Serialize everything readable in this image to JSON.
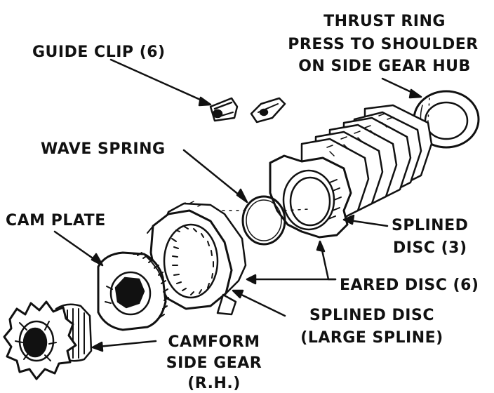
{
  "labels": {
    "guide_clip": "GUIDE CLIP (6)",
    "thrust_ring_1": "THRUST RING",
    "thrust_ring_2": "PRESS TO SHOULDER",
    "thrust_ring_3": "ON SIDE GEAR HUB",
    "wave_spring": "WAVE SPRING",
    "cam_plate": "CAM PLATE",
    "splined_disc_3_1": "SPLINED",
    "splined_disc_3_2": "DISC (3)",
    "eared_disc": "EARED DISC (6)",
    "splined_disc_large_1": "SPLINED DISC",
    "splined_disc_large_2": "(LARGE SPLINE)",
    "camform_1": "CAMFORM",
    "camform_2": "SIDE GEAR",
    "camform_3": "(R.H.)"
  }
}
